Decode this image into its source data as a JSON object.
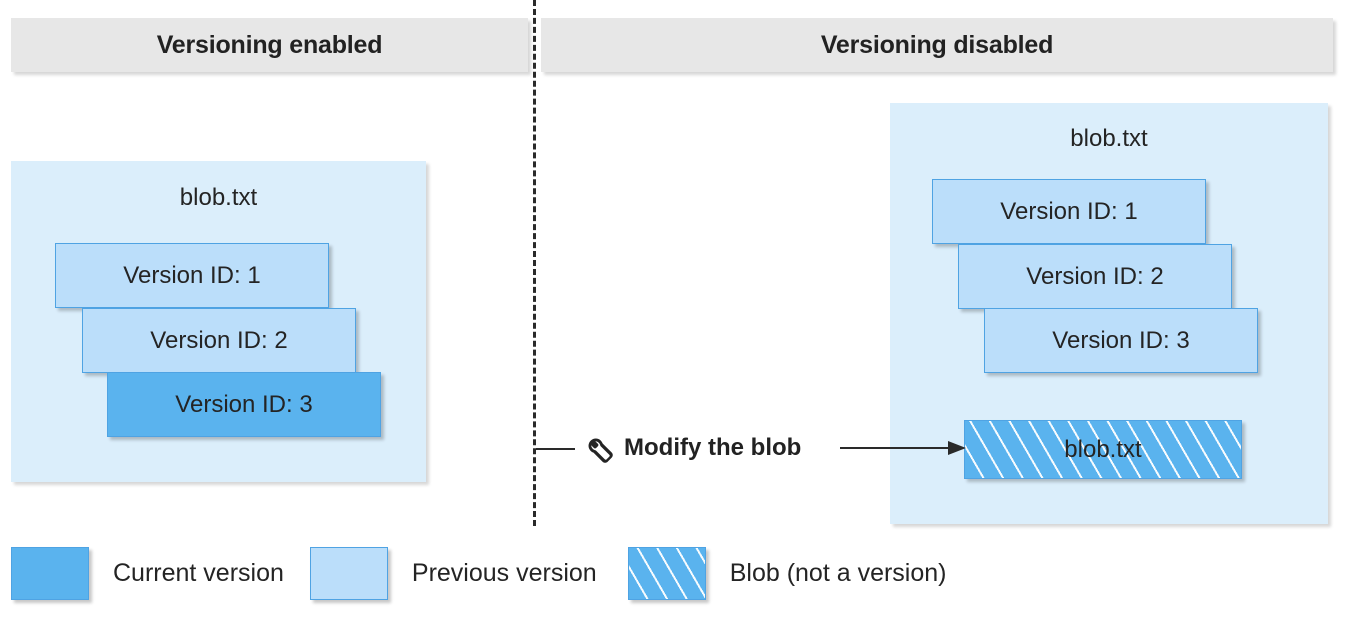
{
  "columns": [
    {
      "title": "Versioning enabled"
    },
    {
      "title": "Versioning disabled"
    }
  ],
  "left_panel": {
    "blob_name": "blob.txt",
    "versions": [
      {
        "label": "Version ID: 1",
        "state": "previous"
      },
      {
        "label": "Version ID: 2",
        "state": "previous"
      },
      {
        "label": "Version ID: 3",
        "state": "current"
      }
    ]
  },
  "right_panel": {
    "blob_name": "blob.txt",
    "versions": [
      {
        "label": "Version ID: 1",
        "state": "previous"
      },
      {
        "label": "Version ID: 2",
        "state": "previous"
      },
      {
        "label": "Version ID: 3",
        "state": "previous"
      }
    ],
    "blob_box": {
      "label": "blob.txt",
      "state": "blob-not-a-version"
    }
  },
  "action": {
    "label": "Modify the blob",
    "icon": "wrench-icon"
  },
  "legend": [
    {
      "label": "Current version",
      "swatch": "current"
    },
    {
      "label": "Previous version",
      "swatch": "previous"
    },
    {
      "label": "Blob (not a version)",
      "swatch": "hatch"
    }
  ],
  "colors": {
    "current_version": "#5AB3EE",
    "previous_version": "#BBDEFA",
    "panel_background": "#DBEEFB",
    "header_background": "#E7E7E7",
    "border_blue": "#4FA3E3",
    "text": "#242424",
    "divider": "#2A2A2A"
  }
}
